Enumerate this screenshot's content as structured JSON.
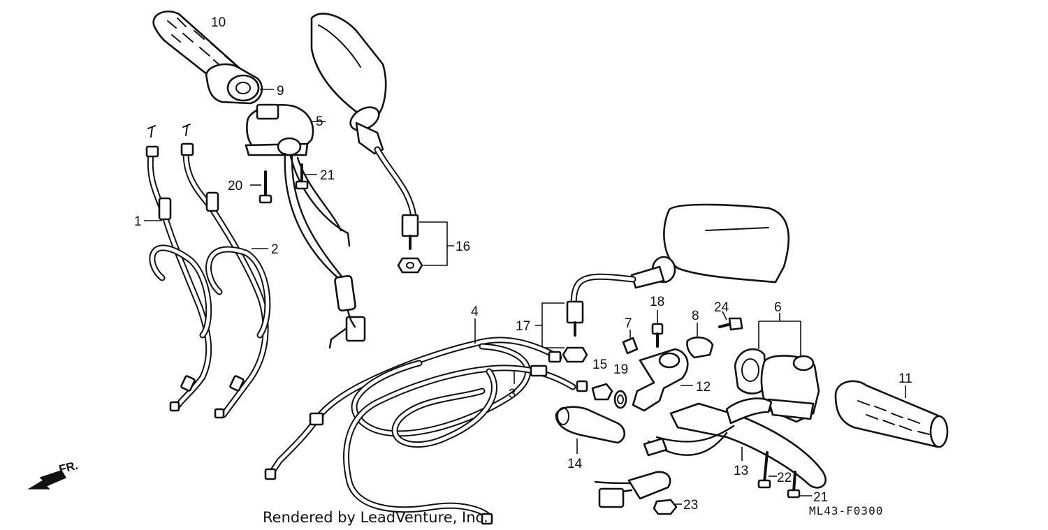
{
  "diagram": {
    "credit": "Rendered by LeadVenture, Inc.",
    "code": "ML43-F0300",
    "front_label": "FR."
  },
  "callouts": {
    "c1": "1",
    "c2": "2",
    "c3": "3",
    "c4": "4",
    "c5": "5",
    "c6": "6",
    "c7": "7",
    "c8": "8",
    "c9": "9",
    "c10": "10",
    "c11": "11",
    "c12": "12",
    "c13": "13",
    "c14": "14",
    "c15": "15",
    "c16": "16",
    "c17": "17",
    "c18": "18",
    "c19": "19",
    "c20": "20",
    "c21a": "21",
    "c21b": "21",
    "c22": "22",
    "c23": "23",
    "c24": "24"
  },
  "colors": {
    "ink": "#111111",
    "paper": "#ffffff"
  }
}
